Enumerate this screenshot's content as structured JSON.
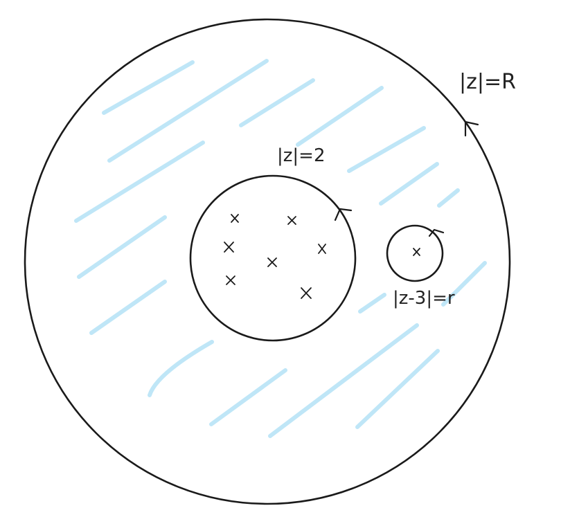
{
  "labels": {
    "outer": "|z|=R",
    "middle": "|z|=2",
    "small": "|z-3|=r"
  },
  "colors": {
    "hatch": "#bfe6f7",
    "ink": "#1a1a1a"
  },
  "singularity_marks": {
    "inside_middle_count": 7,
    "inside_small_count": 1
  }
}
